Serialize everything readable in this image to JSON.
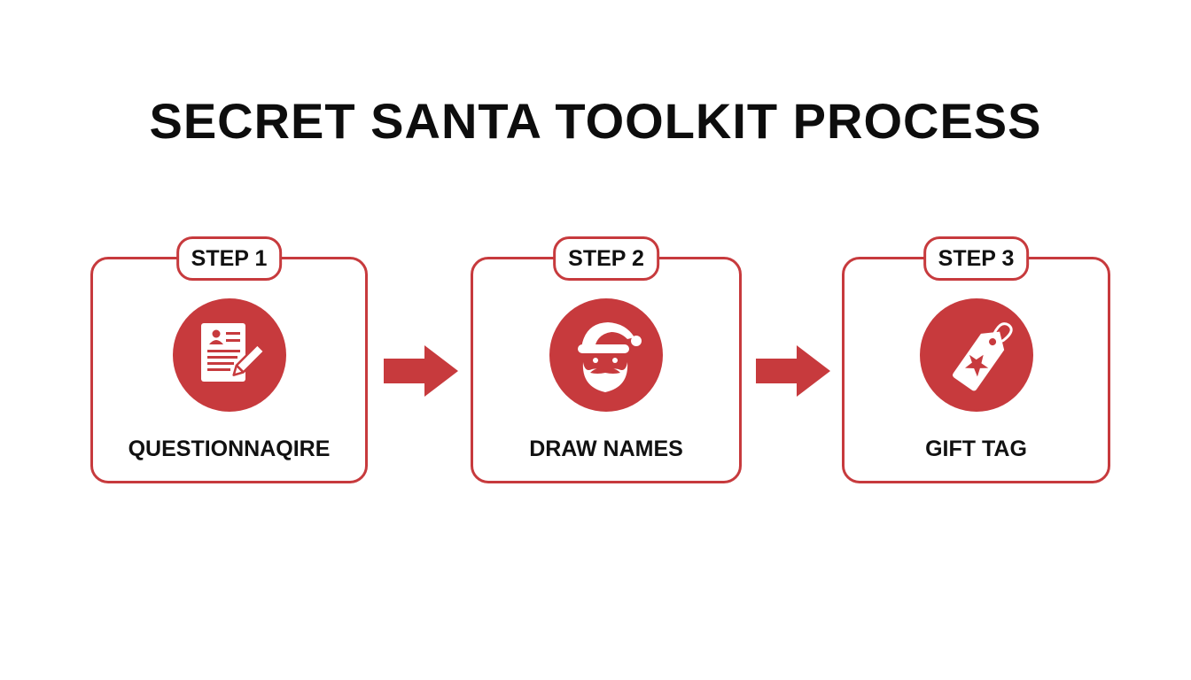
{
  "title": "SECRET SANTA TOOLKIT PROCESS",
  "accent_color": "#c73a3d",
  "steps": [
    {
      "badge": "STEP 1",
      "label": "QUESTIONNAQIRE",
      "icon": "questionnaire-form-pen-icon"
    },
    {
      "badge": "STEP 2",
      "label": "DRAW NAMES",
      "icon": "santa-face-icon"
    },
    {
      "badge": "STEP 3",
      "label": "GIFT TAG",
      "icon": "gift-tag-star-icon"
    }
  ],
  "connectors": [
    {
      "from": "STEP 1",
      "to": "STEP 2",
      "icon": "right-arrow-icon"
    },
    {
      "from": "STEP 2",
      "to": "STEP 3",
      "icon": "right-arrow-icon"
    }
  ]
}
